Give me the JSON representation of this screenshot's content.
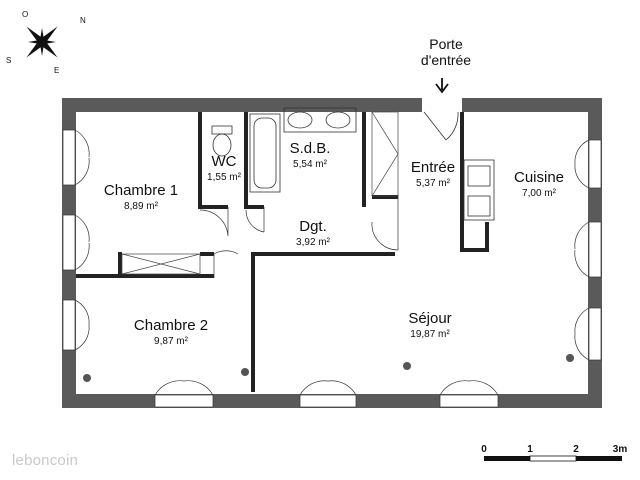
{
  "rooms": {
    "chambre1": {
      "name": "Chambre 1",
      "area": "8,89 m²"
    },
    "wc": {
      "name": "WC",
      "area": "1,55 m²"
    },
    "sdb": {
      "name": "S.d.B.",
      "area": "5,54 m²"
    },
    "entree": {
      "name": "Entrée",
      "area": "5,37 m²"
    },
    "cuisine": {
      "name": "Cuisine",
      "area": "7,00 m²"
    },
    "dgt": {
      "name": "Dgt.",
      "area": "3,92 m²"
    },
    "chambre2": {
      "name": "Chambre 2",
      "area": "9,87 m²"
    },
    "sejour": {
      "name": "Séjour",
      "area": "19,87 m²"
    }
  },
  "entry": {
    "line1": "Porte",
    "line2": "d'entrée"
  },
  "compass": {
    "n": "N",
    "s": "S",
    "e": "E",
    "o": "O"
  },
  "scale": {
    "t0": "0",
    "t1": "1",
    "t2": "2",
    "t3": "3m"
  },
  "watermark": "leboncoin",
  "colors": {
    "wall": "#5a5a5a",
    "line": "#222222"
  }
}
